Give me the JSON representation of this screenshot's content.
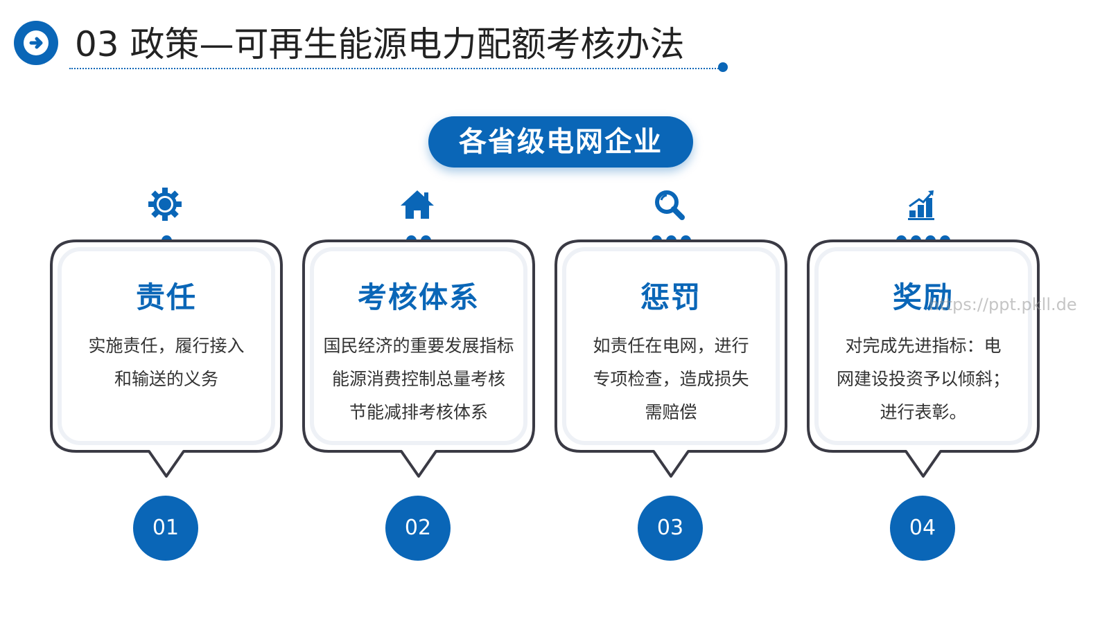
{
  "header": {
    "title": "03 政策—可再生能源电力配额考核办法",
    "icon": "arrow-right-circle-icon"
  },
  "center_label": "各省级电网企业",
  "colors": {
    "accent": "#0a66b7",
    "text": "#333333",
    "border": "#3a3a44"
  },
  "cards": [
    {
      "icon": "gear-icon",
      "dots": 1,
      "heading": "责任",
      "lines": [
        "实施责任，履行接入",
        "和输送的义务"
      ],
      "number": "01"
    },
    {
      "icon": "home-icon",
      "dots": 2,
      "heading": "考核体系",
      "lines": [
        "国民经济的重要发展指标",
        "能源消费控制总量考核",
        "节能减排考核体系"
      ],
      "number": "02"
    },
    {
      "icon": "search-icon",
      "dots": 3,
      "heading": "惩罚",
      "lines": [
        "如责任在电网，进行",
        "专项检查，造成损失",
        "需赔偿"
      ],
      "number": "03"
    },
    {
      "icon": "bar-chart-up-icon",
      "dots": 4,
      "heading": "奖励",
      "lines": [
        "对完成先进指标：电",
        "网建设投资予以倾斜；",
        "进行表彰。"
      ],
      "number": "04"
    }
  ],
  "watermark": "https://ppt.pkll.de"
}
